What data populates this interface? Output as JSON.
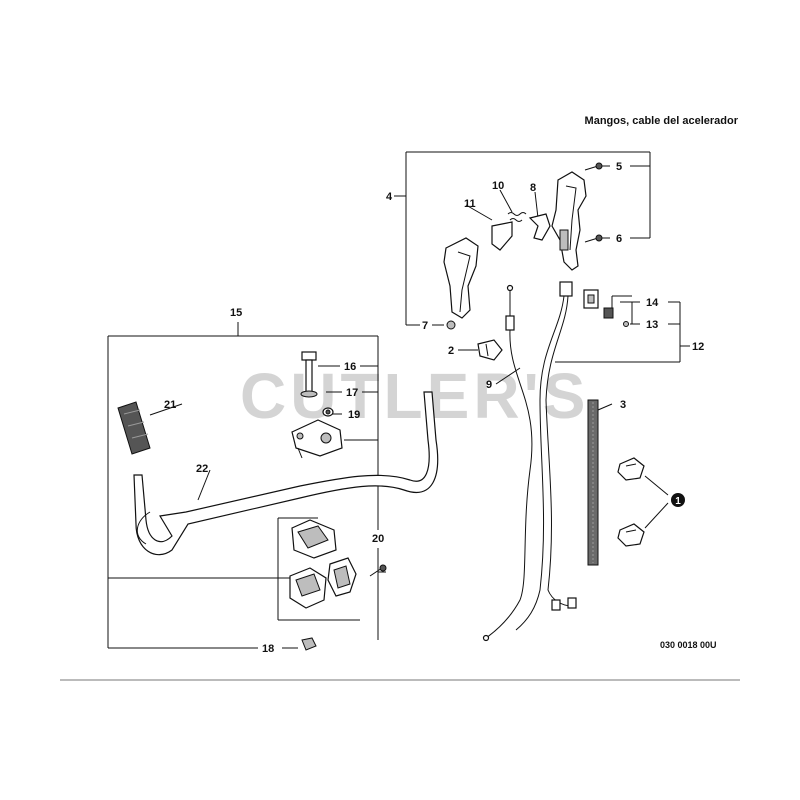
{
  "header": {
    "title": "Mangos, cable del acelerador"
  },
  "watermark": "CUTLER'S",
  "code": "030 0018 00U",
  "callouts": {
    "c1": "1",
    "c2": "2",
    "c3": "3",
    "c4": "4",
    "c5": "5",
    "c6": "6",
    "c7": "7",
    "c8": "8",
    "c9": "9",
    "c10": "10",
    "c11": "11",
    "c12": "12",
    "c13": "13",
    "c14": "14",
    "c15": "15",
    "c16": "16",
    "c17": "17",
    "c18": "18",
    "c19": "19",
    "c20": "20",
    "c21": "21",
    "c22": "22"
  }
}
